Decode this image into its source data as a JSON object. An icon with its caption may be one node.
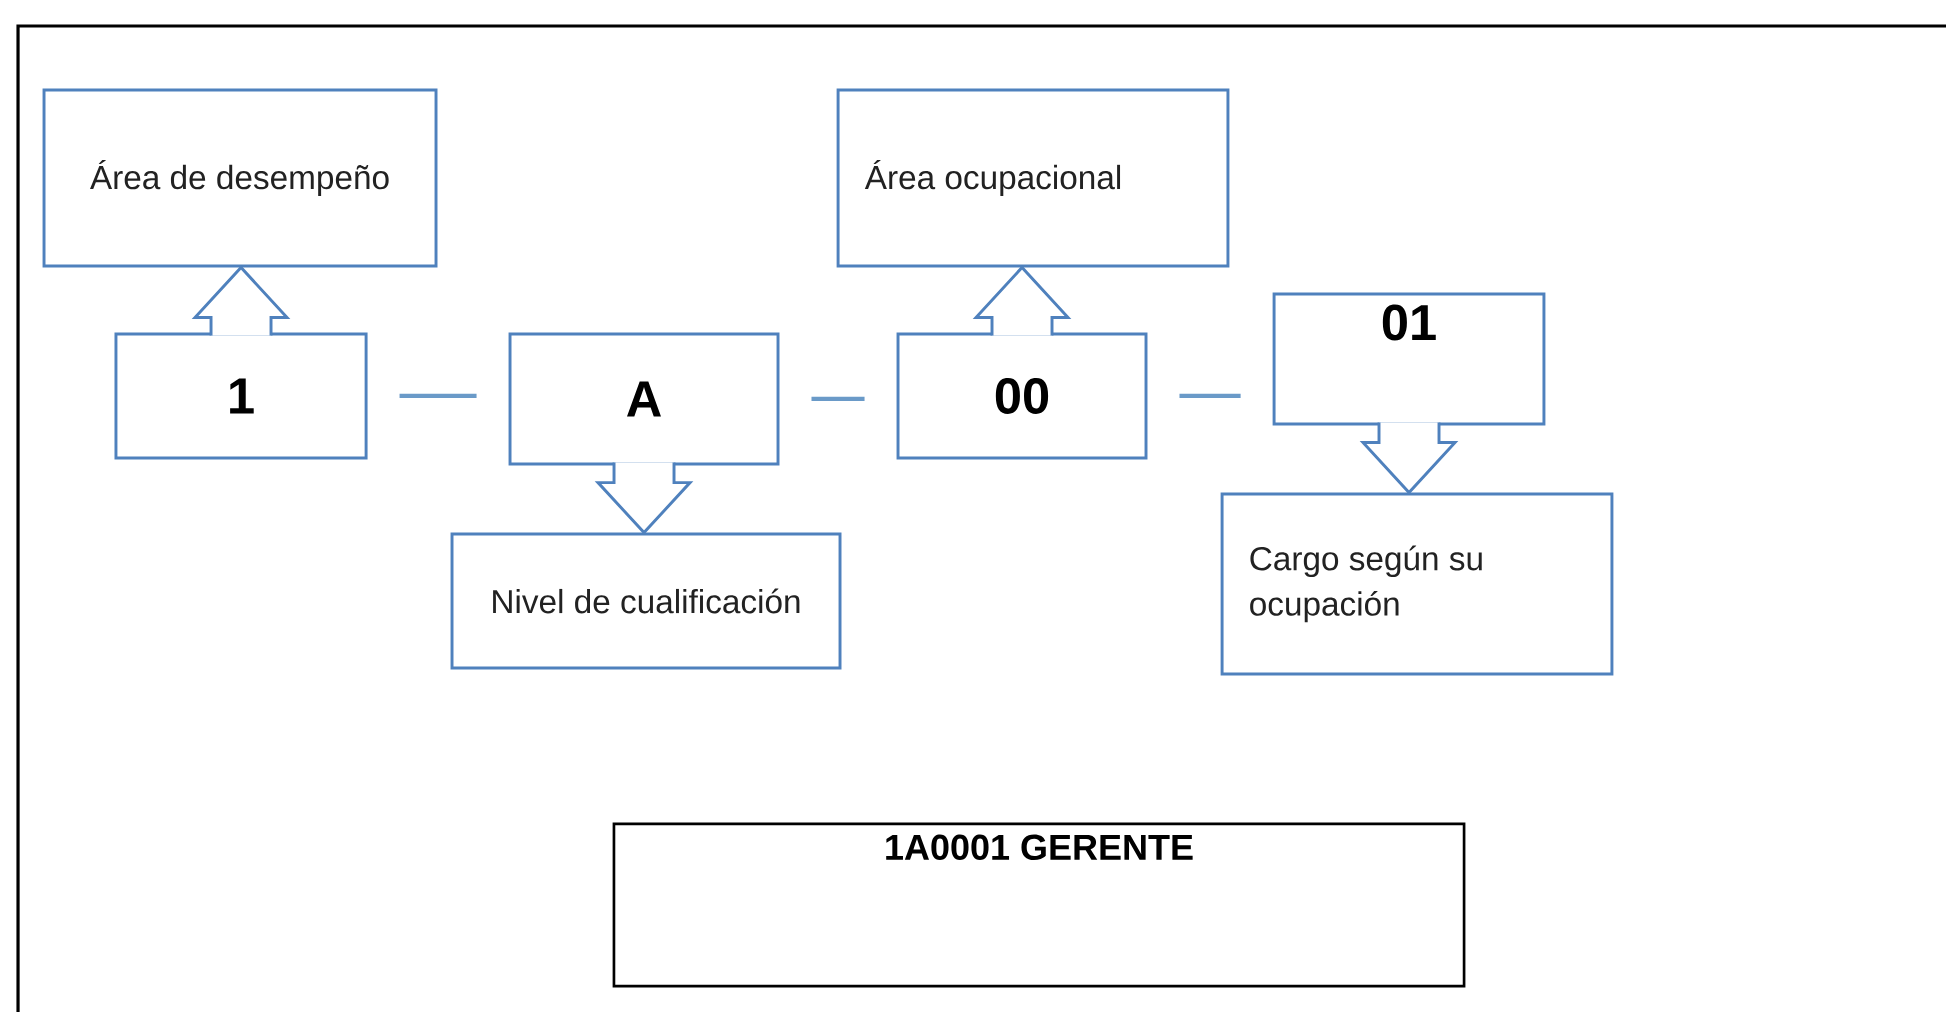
{
  "diagram": {
    "nodes": [
      {
        "text": [
          "Área de desempeño"
        ]
      },
      {
        "text": [
          "1"
        ]
      },
      {
        "text": [
          "A"
        ]
      },
      {
        "text": [
          "Nivel de cualificación"
        ]
      },
      {
        "text": [
          "Área ocupacional"
        ]
      },
      {
        "text": [
          "00"
        ]
      },
      {
        "text": [
          "01"
        ]
      },
      {
        "text": [
          "Cargo según su ocupación"
        ]
      },
      {
        "text": [
          "1A0001 GERENTE"
        ]
      }
    ],
    "edges": [
      {
        "from": 1,
        "to": 0,
        "arrow": "to",
        "style": "thick"
      },
      {
        "from": 1,
        "to": 2,
        "arrow": "none"
      },
      {
        "from": 2,
        "to": 3,
        "arrow": "to",
        "style": "thick"
      },
      {
        "from": 2,
        "to": 5,
        "arrow": "none"
      },
      {
        "from": 5,
        "to": 4,
        "arrow": "to",
        "style": "thick"
      },
      {
        "from": 5,
        "to": 6,
        "arrow": "none"
      },
      {
        "from": 6,
        "to": 7,
        "arrow": "to",
        "style": "thick"
      }
    ]
  }
}
